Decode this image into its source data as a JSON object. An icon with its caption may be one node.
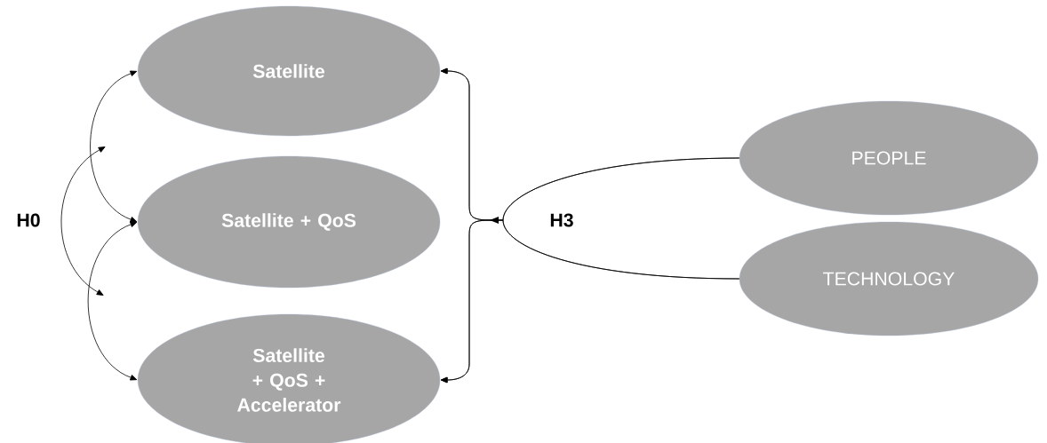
{
  "diagram": {
    "nodes": [
      {
        "text": [
          "Satellite"
        ]
      },
      {
        "text": [
          "Satellite + QoS"
        ]
      },
      {
        "text": [
          "Satellite + QoS + Accelerator"
        ]
      },
      {
        "text": [
          "PEOPLE"
        ]
      },
      {
        "text": [
          "TECHNOLOGY"
        ]
      }
    ],
    "edges": [
      {
        "from": 0,
        "to": 1,
        "arrow": "both"
      },
      {
        "from": 1,
        "to": 2,
        "arrow": "both"
      },
      {
        "from": 3,
        "to": 0,
        "arrow": "to"
      },
      {
        "from": 3,
        "to": 2,
        "arrow": "to"
      },
      {
        "from": 4,
        "to": 0,
        "arrow": "to"
      },
      {
        "from": 4,
        "to": 2,
        "arrow": "to"
      }
    ],
    "labels": [
      "H0",
      "H3"
    ]
  }
}
